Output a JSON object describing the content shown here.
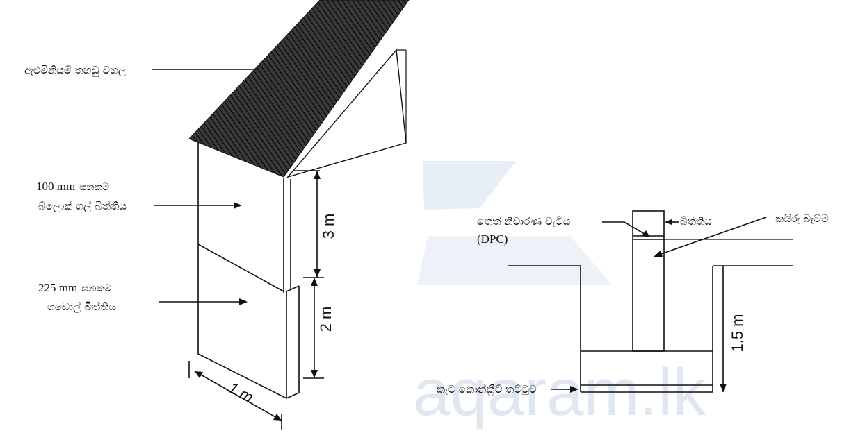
{
  "labels": {
    "roof": "ඇළුමිනියම් තහඩු වහල",
    "block_wall_dim": "100 mm",
    "block_wall_thick": "ඝනකම",
    "block_wall": "බ්ලොක් ගල් බිත්තිය",
    "brick_wall_dim": "225 mm",
    "brick_wall_thick": "ඝනකම",
    "brick_wall": "ගඩොල් බිත්තිය",
    "dpc": "තෙත් නිවාරණ වැටිය",
    "dpc_abbr": "(DPC)",
    "wall": "බිත්තිය",
    "bond": "කයිරු බැම්ම",
    "lean_concrete": "කැට කොන්ක්‍රීට් තට්ටුව"
  },
  "dimensions": {
    "upper_height": "3 m",
    "lower_height": "2 m",
    "width": "1 m",
    "trench_depth": "1.5 m"
  },
  "watermark": "aqaram.lk"
}
